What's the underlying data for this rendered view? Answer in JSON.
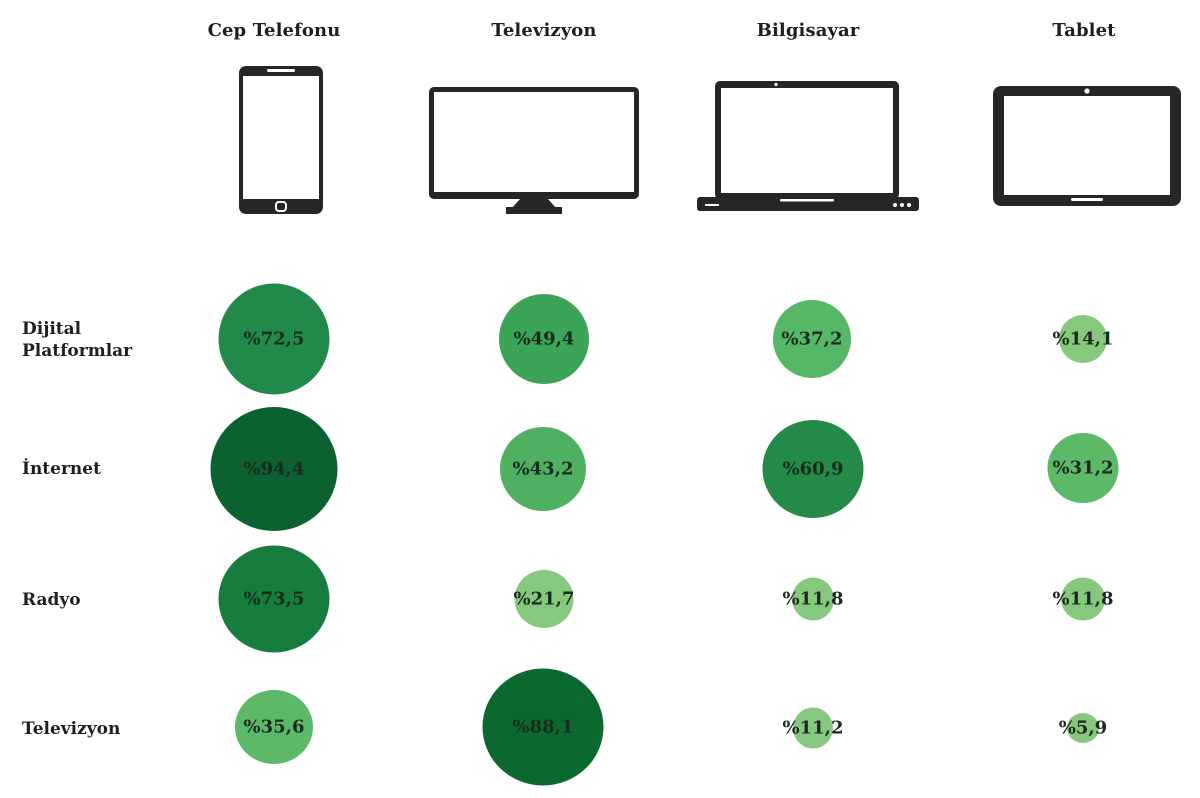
{
  "columns": [
    {
      "label": "Cep Telefonu",
      "icon": "smartphone-icon"
    },
    {
      "label": "Televizyon",
      "icon": "tv-icon"
    },
    {
      "label": "Bilgisayar",
      "icon": "laptop-icon"
    },
    {
      "label": "Tablet",
      "icon": "tablet-icon"
    }
  ],
  "rows": [
    {
      "label": "Dijital Platformlar",
      "line1": "Dijital",
      "line2": "Platformlar"
    },
    {
      "label": "İnternet",
      "line1": "İnternet",
      "line2": ""
    },
    {
      "label": "Radyo",
      "line1": "Radyo",
      "line2": ""
    },
    {
      "label": "Televizyon",
      "line1": "Televizyon",
      "line2": ""
    }
  ],
  "cells": [
    [
      "%72,5",
      "%49,4",
      "%37,2",
      "%14,1"
    ],
    [
      "%94,4",
      "%43,2",
      "%60,9",
      "%31,2"
    ],
    [
      "%73,5",
      "%21,7",
      "%11,8",
      "%11,8"
    ],
    [
      "%35,6",
      "%88,1",
      "%11,2",
      "%5,9"
    ]
  ],
  "colors": {
    "darkest": "#0b6130",
    "dark": "#17803f",
    "mid": "#34a150",
    "light": "#57b765",
    "lightest": "#86c97e",
    "icon": "#262626"
  },
  "chart_data": {
    "type": "bubble-matrix",
    "title": "",
    "x_categories": [
      "Cep Telefonu",
      "Televizyon",
      "Bilgisayar",
      "Tablet"
    ],
    "y_categories": [
      "Dijital Platformlar",
      "İnternet",
      "Radyo",
      "Televizyon"
    ],
    "unit": "%",
    "series": [
      {
        "name": "Dijital Platformlar",
        "values": [
          72.5,
          49.4,
          37.2,
          14.1
        ]
      },
      {
        "name": "İnternet",
        "values": [
          94.4,
          43.2,
          60.9,
          31.2
        ]
      },
      {
        "name": "Radyo",
        "values": [
          73.5,
          21.7,
          11.8,
          11.8
        ]
      },
      {
        "name": "Televizyon",
        "values": [
          35.6,
          88.1,
          11.2,
          5.9
        ]
      }
    ],
    "encoding": "bubble area and color darkness proportional to value",
    "legend": "none",
    "grid": false
  }
}
